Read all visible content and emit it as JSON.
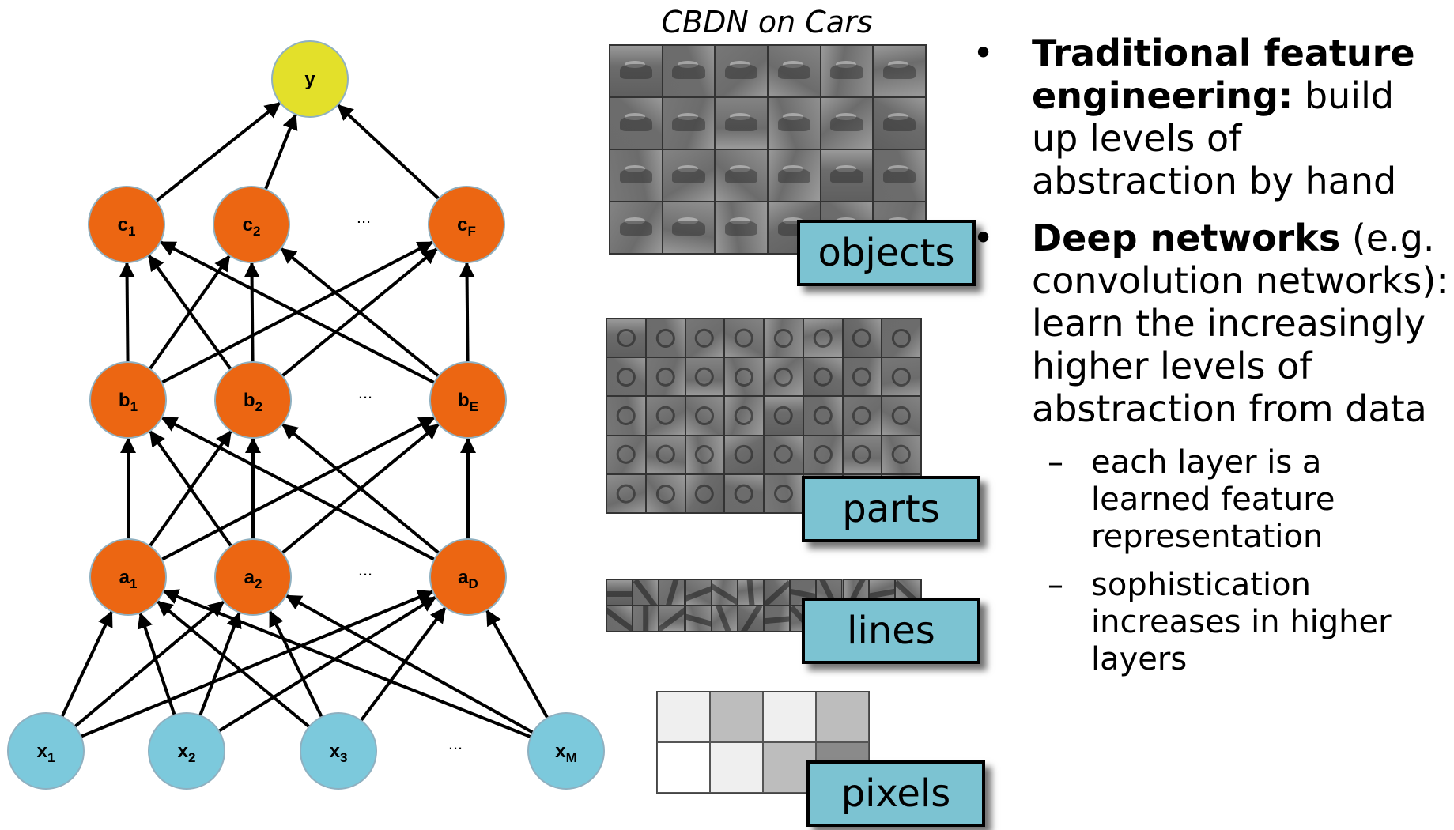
{
  "network": {
    "output_node": "y",
    "layer_c": [
      "c1",
      "c2",
      "cF"
    ],
    "layer_b": [
      "b1",
      "b2",
      "bE"
    ],
    "layer_a": [
      "a1",
      "a2",
      "aD"
    ],
    "inputs": [
      "x1",
      "x2",
      "x3",
      "xM"
    ],
    "ellipsis": "...",
    "colors": {
      "output": "#e3e02a",
      "hidden": "#ec6612",
      "input": "#7cc9dc",
      "edge": "#000000"
    }
  },
  "features": {
    "caption": "CBDN on Cars",
    "labels": {
      "objects": "objects",
      "parts": "parts",
      "lines": "lines",
      "pixels": "pixels"
    },
    "label_color": "#7cc3d2"
  },
  "bullets": [
    {
      "bold": "Traditional feature engineering:",
      "rest": " build up levels of abstraction by hand"
    },
    {
      "bold": "Deep networks",
      "rest": " (e.g. convolution networks): learn the increasingly higher levels of abstraction from data"
    }
  ],
  "sub_bullets": [
    "each layer is a learned feature representation",
    "sophistication increases in higher layers"
  ],
  "bullet_symbol": "•",
  "dash_symbol": "–"
}
